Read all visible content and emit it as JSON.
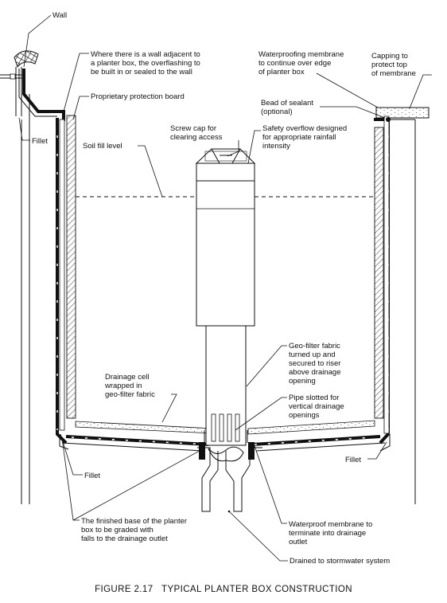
{
  "labels": {
    "wall": "Wall",
    "wall_adjacent": [
      "Where there is a wall adjacent to",
      "a planter box, the overflashing to",
      "be built in or sealed to the wall"
    ],
    "waterproofing_membrane": [
      "Waterproofing membrane",
      "to continue over edge",
      "of planter box"
    ],
    "capping": [
      "Capping to",
      "protect top",
      "of membrane"
    ],
    "protection_board": "Proprietary protection board",
    "bead_of_sealant": [
      "Bead of sealant",
      "(optional)"
    ],
    "fillet_top_left": "Fillet",
    "screw_cap": [
      "Screw cap for",
      "clearing access"
    ],
    "safety_overflow": [
      "Safety overflow designed",
      "for appropriate rainfall",
      "intensity"
    ],
    "soil_fill_level": "Soil fill level",
    "geo_filter_fabric": [
      "Geo-filter fabric",
      "turned up and",
      "secured to riser",
      "above drainage",
      "opening"
    ],
    "drainage_cell": [
      "Drainage cell",
      "wrapped in",
      "geo-filter fabric"
    ],
    "pipe_slotted": [
      "Pipe slotted for",
      "vertical drainage",
      "openings"
    ],
    "fillet_bottom_right": "Fillet",
    "fillet_bottom_left": "Fillet",
    "finished_base": [
      "The finished base of the planter",
      "box to be graded with",
      "falls to the drainage outlet"
    ],
    "waterproof_terminate": [
      "Waterproof membrane to",
      "terminate into drainage",
      "outlet"
    ],
    "drained": "Drained to stormwater system"
  },
  "caption": "FIGURE 2.17   TYPICAL PLANTER BOX CONSTRUCTION"
}
